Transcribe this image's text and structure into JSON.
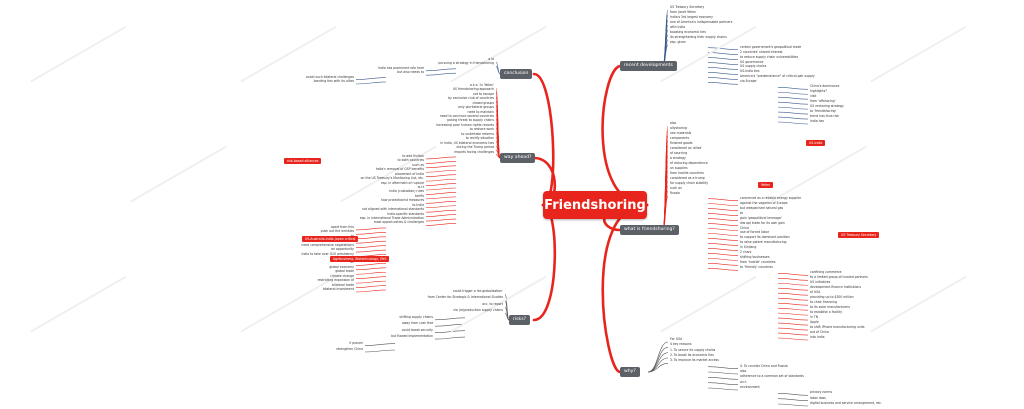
{
  "root": "Friendshoring",
  "branches": [
    "recent developments",
    "what is friendshoring?",
    "why?",
    "conclusion",
    "way ahead?",
    "risks?"
  ],
  "red_tags": [
    "US-India",
    "Yellen",
    "US Treasury Secretary",
    "risk-based alliances",
    "US-Australia-India-Japan critical",
    "Agribusiness, Biotechnology, ITeS"
  ],
  "right_labels": {
    "recent": [
      "US Treasury Secretary",
      "from Janet Yellen",
      "India's 3rd largest economy",
      "one of America's indispensable partners",
      "with India",
      "boosting economic ties",
      "its strengthening their supply chains",
      "esp. given",
      "certain government's geopolitical trade",
      "2 countries' shared interest",
      "to reduce supply chain vulnerabilities",
      "US governance",
      "US supply chains",
      "US-India ties",
      "America's \"predominance\" of critical pair supply",
      "via Europe",
      "China's dominance",
      "highlights?",
      "visit",
      "from 'offshoring'",
      "US reshoring strategy",
      "to 'friendshoring'",
      "trend has thus risk",
      "India has"
    ],
    "what": [
      "also",
      "allyshoring",
      "raw materials",
      "components",
      "finished goods",
      "considered as 'allies'",
      "of sourcing",
      "a strategy",
      "of reducing dependence",
      "on supplies",
      "from hostile countries",
      "considered as a trump",
      "for supply chain stability",
      "such as",
      "Russia",
      "concerned as a reliable energy supplier",
      "against the vagaries of Europe",
      "but weaponised natural gas",
      "to",
      "gain 'geopolitical leverage'",
      "disrupt trade for its own gain",
      "China",
      "use of forced labor",
      "to support its dominant position",
      "to raise patent manufacturing",
      "in Xinjiang",
      "2 chars",
      "shifting businesses",
      "from 'hostile' countries",
      "to 'friendly' countries",
      "confining commerce",
      "to a limited group of trusted partners",
      "US initiatives",
      "development finance institutions",
      "of USA",
      "providing up to $300 million",
      "to chair financing",
      "to its solar manufacturers",
      "to establish a facility",
      "in TN",
      "Apple",
      "to shift iPhone manufacturing units",
      "out of China",
      "into India"
    ],
    "why": [
      "For USA",
      "4 key reasons",
      "1. To secure its supply chains",
      "2. To boost its economic ties",
      "3. To improve its market access",
      "4. To counter China and Russia",
      "also",
      "adherence to a common set of standards",
      "w.r.t",
      "environment",
      "privacy norms",
      "labor laws",
      "digital business and service arrangement, etc."
    ]
  },
  "left_labels": {
    "conclusion": [
      "a la",
      "pursuing a strategy in friendshoring",
      "India has prominent role here",
      "but also needs to",
      "avoid such bilateral challenges",
      "bonding ties with its allies"
    ],
    "way_ahead": [
      "a.k.a. 'in Yellen'",
      "US friendshoring approach",
      "not to escape",
      "by exclusive club of countries",
      "closed groups",
      "only plurilateral groups",
      "need to maintain",
      "need to convince several countries",
      "posing threat to supply chains",
      "increasing poor human rights records",
      "to reshore work",
      "to undertake reforms",
      "to rectify situation",
      "in India, US bilateral economic ties",
      "during the Trump period",
      "imports facing challenges",
      "to add friction",
      "to both countries",
      "such as",
      "India's removal of GSP benefits",
      "placement of India",
      "on the US Treasury's Monitoring List, etc.",
      "esp. in aftermath of rupture",
      "w.r.t",
      "India (custodian) rules",
      "tariffs",
      "how protectionist measures",
      "to India",
      "not aligned with international standards",
      "India-specific standards",
      "esp. in International Trade Administration",
      "most opportunities & challenges",
      "apart from this",
      "push out the wrinkles",
      "to",
      "boost trade",
      "need comprehensive negotiations",
      "an opportunity",
      "India to take over G20 presidency",
      "to set agenda",
      "on",
      "global economy",
      "global trade",
      "climate change",
      "restricting expansion of",
      "bilateral trade",
      "bilateral investment"
    ],
    "risks": [
      "could trigger a 'de-globalisation'",
      "from Center for Strategic & International Studies",
      "acc. to report",
      "via (re)production supply chains",
      "shifting supply chains",
      "away from cost that",
      "could boost security",
      "but flawed implementation",
      "if proven",
      "strengthen China"
    ]
  }
}
